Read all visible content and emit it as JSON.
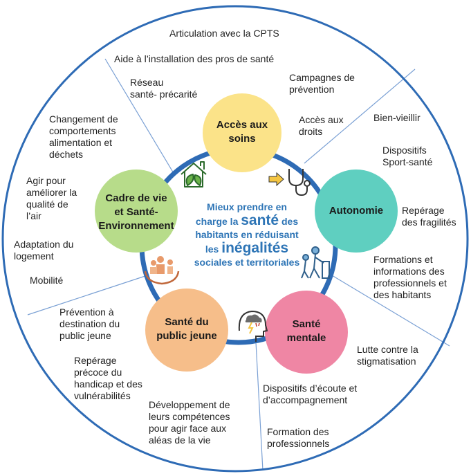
{
  "center": {
    "line1": "Mieux prendre en",
    "line2_a": "charge la ",
    "line2_big": "santé",
    "line2_b": " des",
    "line3": "habitants en réduisant",
    "line4_a": "les ",
    "line4_big": "inégalités",
    "line5": "sociales et territoriales"
  },
  "themes": {
    "acces": {
      "line1": "Accès aux",
      "line2": "soins",
      "color": "#fbe389"
    },
    "autonomie": {
      "line1": "Autonomie",
      "color": "#5fcfc0"
    },
    "sante_mentale": {
      "line1": "Santé",
      "line2": "mentale",
      "color": "#ef86a4"
    },
    "public_jeune": {
      "line1": "Santé du",
      "line2": "public jeune",
      "color": "#f6be8a"
    },
    "cadre_vie": {
      "line1": "Cadre de vie",
      "line2": "et Santé-",
      "line3": "Environnement",
      "color": "#b7dc8a"
    }
  },
  "colors": {
    "outer_ring": "#2e6bb5",
    "inner_ring": "#2e6bb5",
    "divider": "#7aa0d4",
    "center_text": "#2e75b6"
  },
  "icons": [
    "house-leaf-icon",
    "arrow-stethoscope-icon",
    "elderly-walker-icon",
    "head-storm-icon",
    "family-hands-icon"
  ],
  "labels": {
    "articulation": "Articulation avec la CPTS",
    "aide_installation": "Aide à l’installation des pros de santé",
    "reseau_1": "Réseau",
    "reseau_2": "santé- précarité",
    "campagnes_1": "Campagnes de",
    "campagnes_2": "prévention",
    "acces_droits_1": "Accès aux",
    "acces_droits_2": "droits",
    "bien_vieillir": "Bien-vieillir",
    "sport_1": "Dispositifs",
    "sport_2": "Sport-santé",
    "reperage_frag_1": "Repérage",
    "reperage_frag_2": "des fragilités",
    "formations_1": "Formations et",
    "formations_2": "informations des",
    "formations_3": "professionnels et",
    "formations_4": "des habitants",
    "lutte_1": "Lutte contre la",
    "lutte_2": "stigmatisation",
    "ecoute_1": "Dispositifs d’écoute et",
    "ecoute_2": "d’accompagnement",
    "formation_pros_1": "Formation des",
    "formation_pros_2": "professionnels",
    "dev_1": "Développement de",
    "dev_2": "leurs compétences",
    "dev_3": "pour agir face aux",
    "dev_4": "aléas de la vie",
    "reperage_handi_1": "Repérage",
    "reperage_handi_2": "précoce du",
    "reperage_handi_3": "handicap et des",
    "reperage_handi_4": "vulnérabilités",
    "prevention_jeune_1": "Prévention à",
    "prevention_jeune_2": "destination du",
    "prevention_jeune_3": "public jeune",
    "mobilite": "Mobilité",
    "logement_1": "Adaptation du",
    "logement_2": "logement",
    "air_1": "Agir pour",
    "air_2": "améliorer la",
    "air_3": "qualité de",
    "air_4": "l’air",
    "comportements_1": "Changement de",
    "comportements_2": "comportements",
    "comportements_3": "alimentation et",
    "comportements_4": "déchets"
  }
}
